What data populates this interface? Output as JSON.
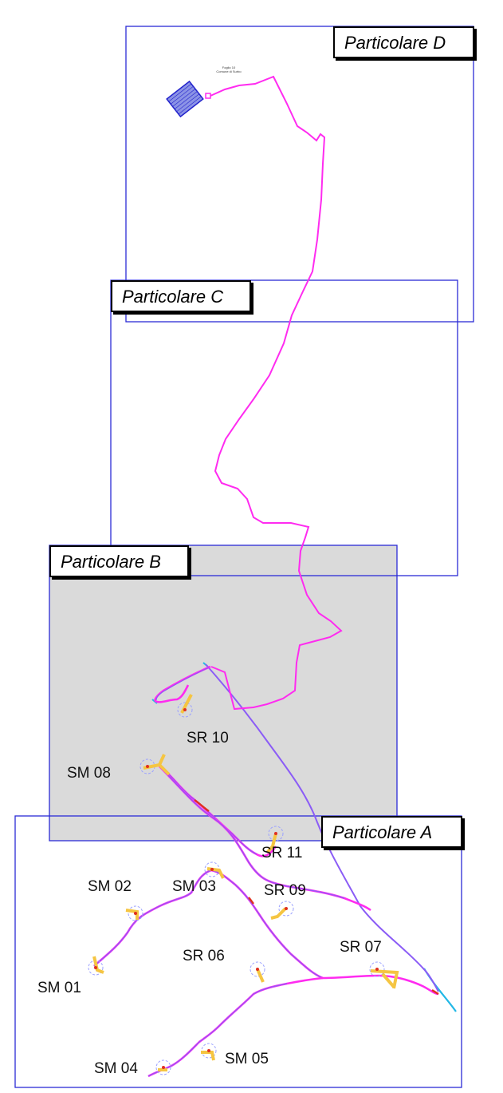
{
  "colors": {
    "frame": "#2b2bd6",
    "cable_route": "#ff2bf0",
    "road_route": "#8b5cf6",
    "river": "#22b8e6",
    "turbine_pad": "#f5c542",
    "turbine_circle": "#9aa0ff",
    "highlight_fill": "#dadada",
    "substation": "#3344cc"
  },
  "panels": {
    "a": {
      "label": "Particolare A"
    },
    "b": {
      "label": "Particolare B"
    },
    "c": {
      "label": "Particolare C"
    },
    "d": {
      "label": "Particolare D"
    }
  },
  "turbines": [
    {
      "id": "sm01",
      "label": "SM 01"
    },
    {
      "id": "sm02",
      "label": "SM 02"
    },
    {
      "id": "sm03",
      "label": "SM 03"
    },
    {
      "id": "sm04",
      "label": "SM 04"
    },
    {
      "id": "sm05",
      "label": "SM 05"
    },
    {
      "id": "sr06",
      "label": "SR 06"
    },
    {
      "id": "sr07",
      "label": "SR 07"
    },
    {
      "id": "sm08",
      "label": "SM 08"
    },
    {
      "id": "sr09",
      "label": "SR 09"
    },
    {
      "id": "sr10",
      "label": "SR 10"
    },
    {
      "id": "sr11",
      "label": "SR 11"
    }
  ],
  "substation_note": {
    "line1": "Foglio 10",
    "line2": "Comune di Surbo"
  }
}
